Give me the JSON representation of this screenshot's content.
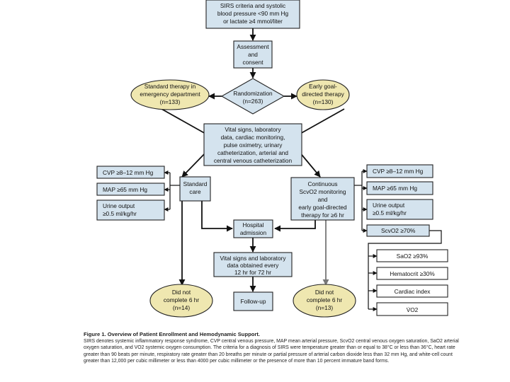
{
  "diagram": {
    "sirs_box": [
      "SIRS criteria and systolic",
      "blood pressure <90 mm Hg",
      "or lactate ≥4 mmol/liter"
    ],
    "assessment_box": [
      "Assessment",
      "and",
      "consent"
    ],
    "randomization": [
      "Randomization",
      "(n=263)"
    ],
    "standard_group": [
      "Standard therapy in",
      "emergency department",
      "(n=133)"
    ],
    "egdt_group": [
      "Early goal-",
      "directed therapy",
      "(n=130)"
    ],
    "vital_signs_box": [
      "Vital signs, laboratory",
      "data, cardiac monitoring,",
      "pulse oximetry, urinary",
      "catheterization, arterial and",
      "central venous catheterization"
    ],
    "standard_care": [
      "Standard",
      "care"
    ],
    "continuous_box": [
      "Continuous",
      "ScvO2 monitoring",
      "and",
      "early goal-directed",
      "therapy for ≥6 hr"
    ],
    "left_targets": {
      "cvp": [
        "CVP ≥8–12 mm Hg"
      ],
      "map": [
        "MAP ≥65 mm Hg"
      ],
      "urine": [
        "Urine output",
        "≥0.5 ml/kg/hr"
      ]
    },
    "right_targets": {
      "cvp": [
        "CVP ≥8–12 mm Hg"
      ],
      "map": [
        "MAP ≥65 mm Hg"
      ],
      "urine": [
        "Urine output",
        "≥0.5 ml/kg/hr"
      ],
      "scvo2": [
        "ScvO2 ≥70%"
      ]
    },
    "oxygen_targets": {
      "sao2": [
        "SaO2 ≥93%"
      ],
      "hematocrit": [
        "Hematocrit ≥30%"
      ],
      "cardiac_index": [
        "Cardiac index"
      ],
      "vo2": [
        "V̇O2"
      ]
    },
    "hospital_admission": [
      "Hospital",
      "admission"
    ],
    "vital_obtained": [
      "Vital signs and laboratory",
      "data obtained every",
      "12 hr for 72 hr"
    ],
    "followup": [
      "Follow-up"
    ],
    "left_incomplete": [
      "Did not",
      "complete 6 hr",
      "(n=14)"
    ],
    "right_incomplete": [
      "Did not",
      "complete 6 hr",
      "(n=13)"
    ]
  },
  "caption": {
    "title": "Figure 1. Overview of Patient Enrollment and Hemodynamic Support.",
    "text": "SIRS denotes systemic inflammatory response syndrome, CVP central venous pressure, MAP mean arterial pressure, ScvO2 central venous oxygen saturation, SaO2 arterial oxygen saturation, and VO2 systemic oxygen consumption. The criteria for a diagnosis of SIRS were temperature greater than or equal to 38°C or less than 36°C, heart rate greater than 90 beats per minute, respiratory rate greater than 20 breaths per minute or partial pressure of arterial carbon dioxide less than 32 mm Hg, and white-cell count greater than 12,000 per cubic millimeter or less than 4000 per cubic millimeter or the presence of more than 10 percent immature band forms."
  }
}
